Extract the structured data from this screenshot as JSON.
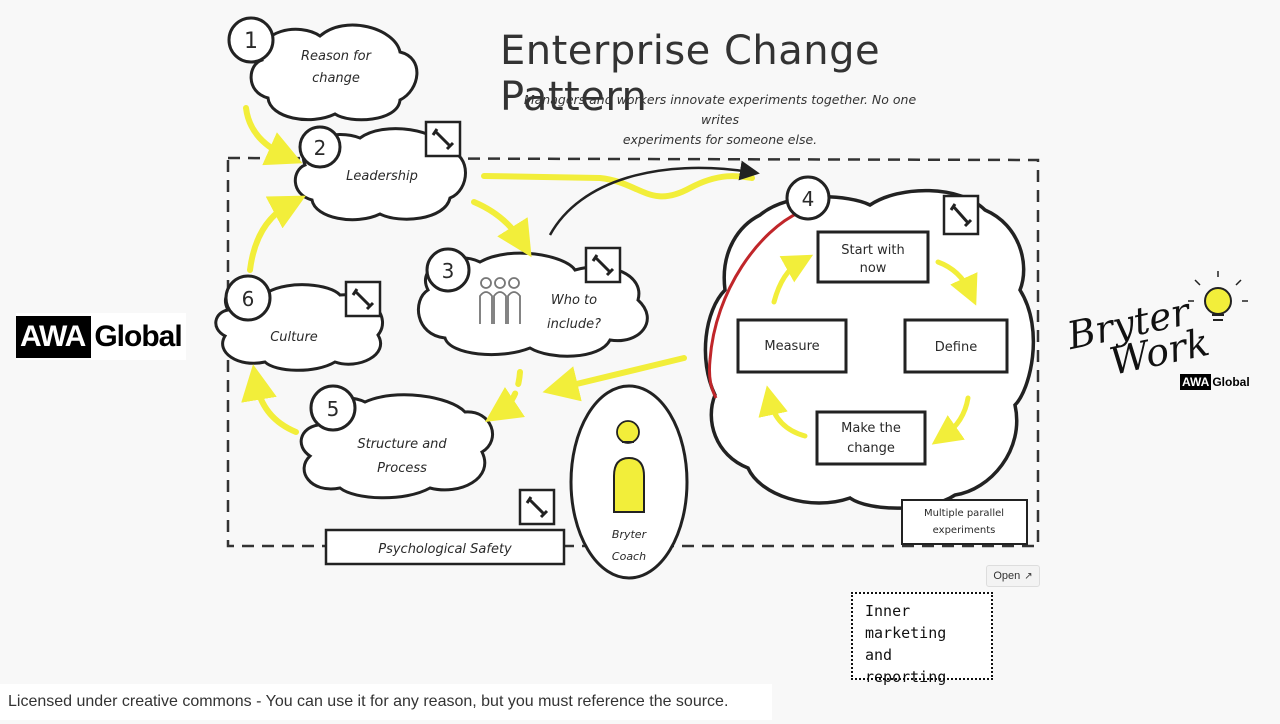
{
  "title": "Enterprise Change Pattern",
  "subtitle_line1": "Managers and workers innovate experiments together.  No one writes",
  "subtitle_line2": "experiments for someone else.",
  "steps": {
    "s1": {
      "number": "1",
      "label_line1": "Reason for",
      "label_line2": "change"
    },
    "s2": {
      "number": "2",
      "label": "Leadership"
    },
    "s3": {
      "number": "3",
      "label_line1": "Who to",
      "label_line2": "include?"
    },
    "s4": {
      "number": "4"
    },
    "s5": {
      "number": "5",
      "label_line1": "Structure and",
      "label_line2": "Process"
    },
    "s6": {
      "number": "6",
      "label": "Culture"
    }
  },
  "cycle": {
    "start": {
      "line1": "Start with",
      "line2": "now"
    },
    "define": "Define",
    "make": {
      "line1": "Make the",
      "line2": "change"
    },
    "measure": "Measure"
  },
  "multiple_parallel": {
    "line1": "Multiple parallel",
    "line2": "experiments"
  },
  "psych_safety": "Psychological Safety",
  "coach": {
    "line1": "Bryter",
    "line2": "Coach"
  },
  "logo_left": {
    "awa": "AWA",
    "global": "Global"
  },
  "logo_right": {
    "line1": "Bryter",
    "line2": "Work",
    "awa": "AWA",
    "global": "Global"
  },
  "open_button": "Open",
  "inner_marketing": [
    "Inner",
    "marketing and",
    "reporting"
  ],
  "license": "Licensed under creative commons - You can use it for any reason, but you must reference the source.",
  "colors": {
    "accent_yellow": "#f2ee3a",
    "ink": "#222222",
    "red_line": "#c0262a",
    "background": "#f8f8f8"
  },
  "icons": [
    "wrench-icon",
    "people-icon",
    "lightbulb-icon",
    "external-link-icon"
  ]
}
